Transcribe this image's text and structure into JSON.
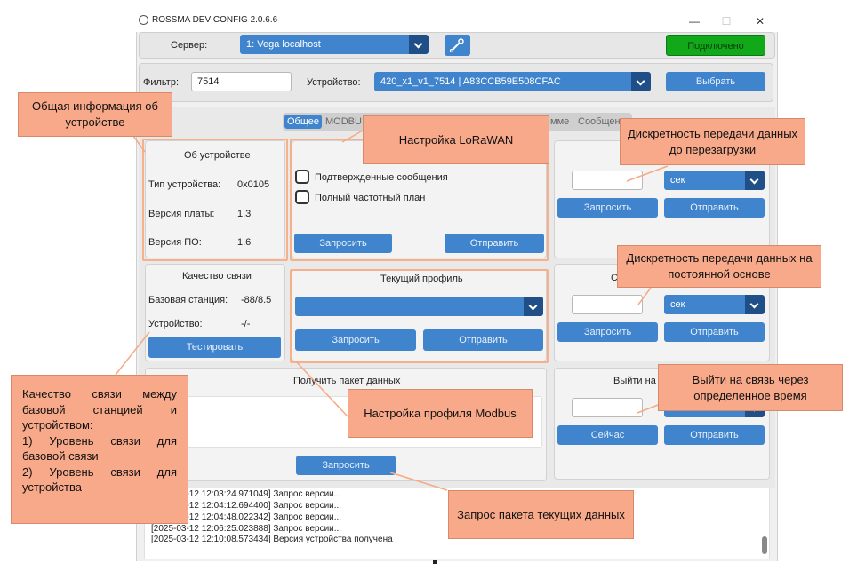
{
  "window": {
    "title": "ROSSMA DEV CONFIG 2.0.6.6",
    "min": "—",
    "max": "☐",
    "close": "✕"
  },
  "server": {
    "label": "Сервер:",
    "value": "1: Vega localhost",
    "status": "Подключено",
    "status_color": "#11a81a"
  },
  "filter": {
    "label": "Фильтр:",
    "value": "7514",
    "device_label": "Устройство:",
    "device_value": "420_x1_v1_7514 | A83CCB59E508CFAC",
    "select_button": "Выбрать"
  },
  "tabs": [
    "Общее",
    "MODBUS",
    "мме",
    "Сообщени"
  ],
  "device_info": {
    "title": "Об устройстве",
    "rows": [
      {
        "key": "Тип устройства:",
        "value": "0x0105"
      },
      {
        "key": "Версия платы:",
        "value": "1.3"
      },
      {
        "key": "Версия ПО:",
        "value": "1.6"
      }
    ]
  },
  "lorawan": {
    "confirmed": "Подтвержденные сообщения",
    "full_plan": "Полный частотный план",
    "request": "Запросить",
    "send": "Отправить"
  },
  "period1": {
    "unit": "сек",
    "request": "Запросить",
    "send": "Отправить"
  },
  "quality": {
    "title": "Качество связи",
    "bs_label": "Базовая станция:",
    "bs_value": "-88/8.5",
    "dev_label": "Устройство:",
    "dev_value": "-/-",
    "test": "Тестировать"
  },
  "profile": {
    "title": "Текущий профиль",
    "request": "Запросить",
    "send": "Отправить"
  },
  "period2": {
    "title_fragment": "Со",
    "unit": "сек",
    "request": "Запросить",
    "send": "Отправить"
  },
  "packet": {
    "title": "Получить пакет данных",
    "request": "Запросить"
  },
  "wakeup": {
    "title": "Выйти на с",
    "now": "Сейчас",
    "send": "Отправить"
  },
  "log": [
    "[2025-03-12 12:03:24.971049] Запрос версии...",
    "[2025-03-12 12:04:12.694400] Запрос версии...",
    "[2025-03-12 12:04:48.022342] Запрос версии...",
    "[2025-03-12 12:06:25.023888] Запрос версии...",
    "[2025-03-12 12:10:08.573434] Версия устройства получена"
  ],
  "callouts": {
    "general": "Общая информация об устройстве",
    "lorawan": "Настройка LoRaWAN",
    "period_reboot": "Дискретность передачи данных до перезагрузки",
    "period_const": "Дискретность передачи данных на постоянной основе",
    "wakeup": "Выйти на связь через определенное время",
    "modbus": "Настройка профиля Modbus",
    "quality_l1": "Качество связи между базовой станцией и устройством:",
    "quality_l2": "1) Уровень связи для базовой связи",
    "quality_l3": "2) Уровень связи для устройства",
    "packet": "Запрос пакета текущих данных"
  }
}
